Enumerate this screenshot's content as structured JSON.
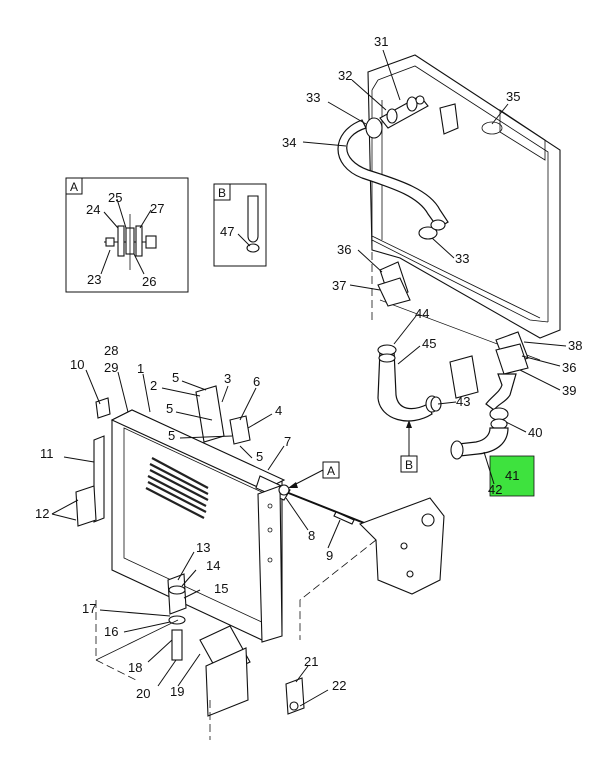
{
  "callouts": {
    "c31": "31",
    "c32": "32",
    "c33a": "33",
    "c33b": "33",
    "c34": "34",
    "c35": "35",
    "c36a": "36",
    "c36b": "36",
    "c37": "37",
    "c38": "38",
    "c39": "39",
    "c40": "40",
    "c41": "41",
    "c42": "42",
    "c43": "43",
    "c44": "44",
    "c45": "45",
    "c1": "1",
    "c2": "2",
    "c3": "3",
    "c4": "4",
    "c5a": "5",
    "c5b": "5",
    "c5c": "5",
    "c6": "6",
    "c7": "7",
    "c8": "8",
    "c9": "9",
    "c10": "10",
    "c11": "11",
    "c12": "12",
    "c13": "13",
    "c14": "14",
    "c15": "15",
    "c16": "16",
    "c17": "17",
    "c18": "18",
    "c19": "19",
    "c20": "20",
    "c21": "21",
    "c22": "22",
    "c28": "28",
    "c29": "29",
    "c23": "23",
    "c24": "24",
    "c25": "25",
    "c26": "26",
    "c27": "27",
    "c47": "47"
  },
  "detail_boxes": {
    "a_letter": "A",
    "b_letter": "B"
  },
  "view_refs": {
    "a": "A",
    "b": "B"
  },
  "highlight": {
    "part": "41",
    "color": "#3ee23e"
  }
}
